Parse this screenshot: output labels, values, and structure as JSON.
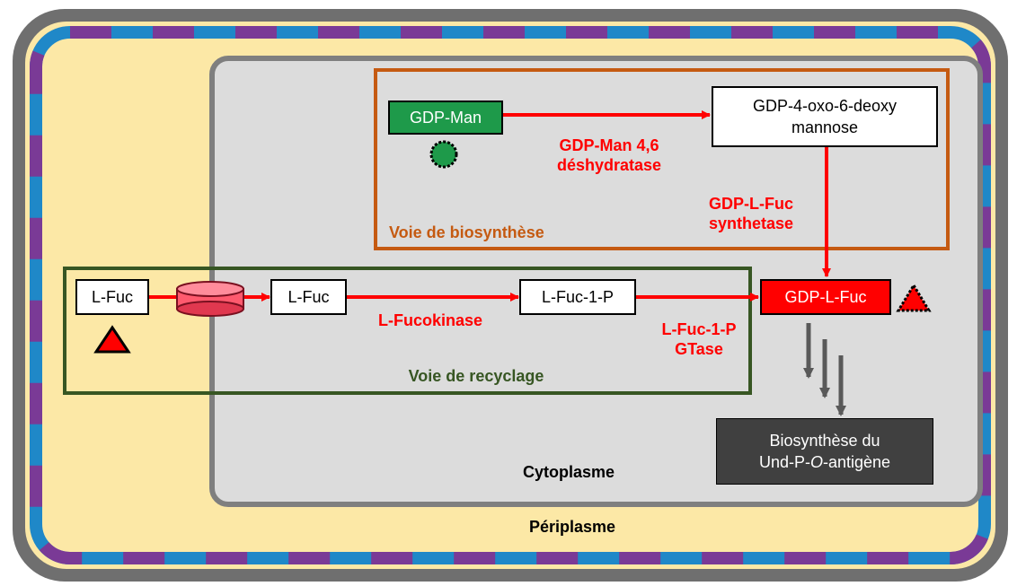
{
  "colors": {
    "outer_membrane": "#6f6f6f",
    "periplasm": "#fce8a6",
    "membrane_blue": "#1f88c8",
    "membrane_purple": "#7a3a96",
    "cytoplasm": "#dcdcdc",
    "cytoplasm_border": "#7f7f7f",
    "biosynthesis_frame": "#c55a11",
    "recycling_frame": "#375623",
    "arrow_red": "#ff0000",
    "gdp_man_fill": "#1e9a4a",
    "gdp_fuc_fill": "#ff0000",
    "undp_fill": "#404040"
  },
  "compartments": {
    "cytoplasm": "Cytoplasme",
    "periplasm": "Périplasme"
  },
  "pathways": {
    "biosynthesis": "Voie de biosynthèse",
    "recycling": "Voie de recyclage"
  },
  "nodes": {
    "gdp_man": "GDP-Man",
    "gdp_oxo_line1": "GDP-4-oxo-6-deoxy",
    "gdp_oxo_line2": "mannose",
    "lfuc_out_prefix": "L",
    "lfuc_out_suffix": "-Fuc",
    "lfuc_in_prefix": "L",
    "lfuc_in_suffix": "-Fuc",
    "lfuc1p_prefix": "L",
    "lfuc1p_suffix": "-Fuc-1-P",
    "gdp_lfuc_a": "GDP-",
    "gdp_lfuc_b": "L",
    "gdp_lfuc_c": "-Fuc",
    "undp_line1": "Biosynthèse du",
    "undp_line2_a": "Und-P-",
    "undp_line2_b": "O",
    "undp_line2_c": "-antigène"
  },
  "enzymes": {
    "dehydratase_line1": "GDP-Man 4,6",
    "dehydratase_line2": "déshydratase",
    "synthetase_line1_a": "GDP-",
    "synthetase_line1_b": "L",
    "synthetase_line1_c": "-Fuc",
    "synthetase_line2": "synthetase",
    "fucokinase_a": "L",
    "fucokinase_b": "-Fucokinase",
    "gtase_line1_a": "L",
    "gtase_line1_b": "-Fuc-1-P",
    "gtase_line2": "GTase"
  },
  "symbols": {
    "green_circle": "green-circle",
    "red_triangle_outside": "red-triangle",
    "red_triangle_dotted": "red-triangle-dotted",
    "transporter": "membrane-transporter"
  }
}
